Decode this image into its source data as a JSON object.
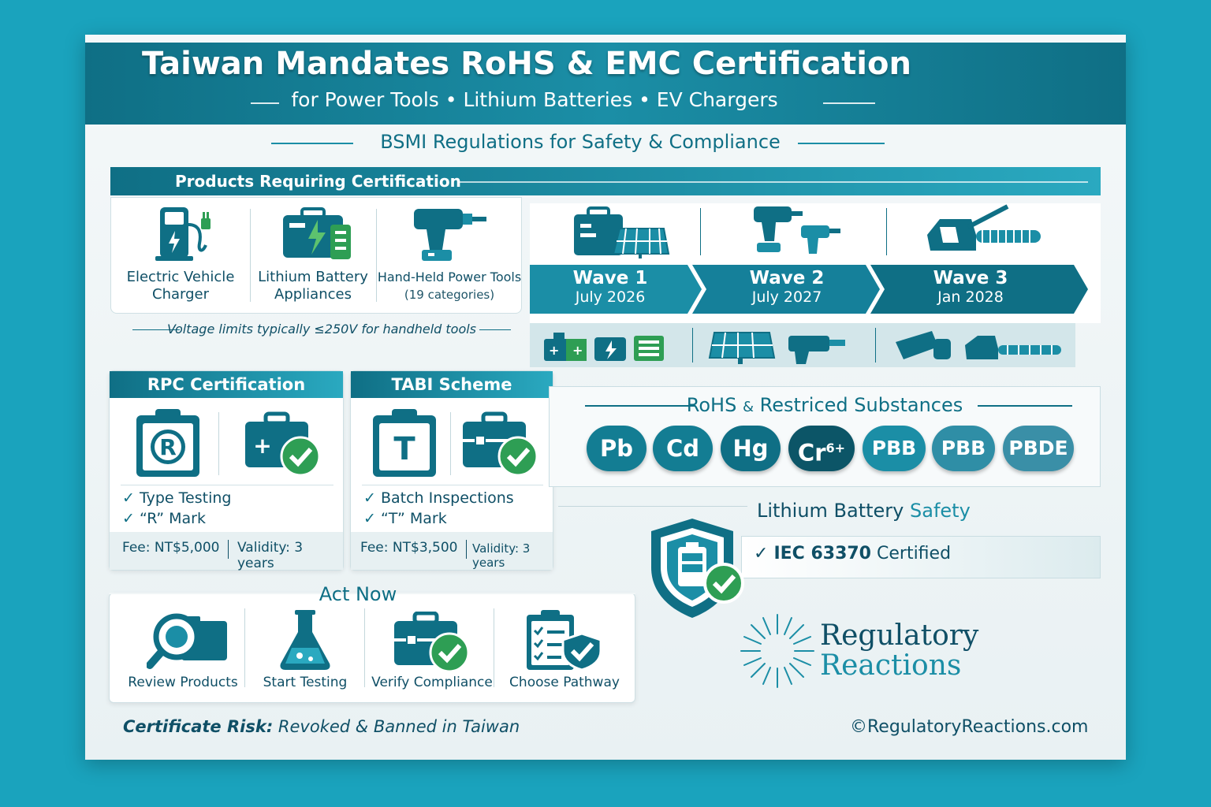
{
  "header": {
    "title": "Taiwan Mandates RoHS & EMC Certification",
    "subtitle": "for Power Tools • Lithium Batteries • EV Chargers"
  },
  "regulation": {
    "title": "BSMI Regulations for Safety & Compliance"
  },
  "products": {
    "section_title": "Products Requiring Certification",
    "items": [
      {
        "label_line1": "Electric Vehicle",
        "label_line2": "Charger"
      },
      {
        "label_line1": "Lithium Battery",
        "label_line2": "Appliances"
      },
      {
        "label_line1": "Hand-Held Power Tools",
        "label_line2": "(19 categories)"
      }
    ],
    "voltage_note": "Voltage limits typically ≤250V for handheld tools"
  },
  "waves": [
    {
      "name": "Wave 1",
      "date": "July 2026"
    },
    {
      "name": "Wave 2",
      "date": "July 2027"
    },
    {
      "name": "Wave 3",
      "date": "Jan 2028"
    }
  ],
  "rpc": {
    "title": "RPC Certification",
    "checks": [
      "Type Testing",
      "“R” Mark"
    ],
    "fee": "Fee: NT$5,000",
    "validity": "Validity: 3 years",
    "mark_letter": "R"
  },
  "tabi": {
    "title": "TABI Scheme",
    "checks": [
      "Batch Inspections",
      "“T” Mark"
    ],
    "fee": "Fee: NT$3,500",
    "validity": "Validity: 3 years",
    "mark_letter": "T"
  },
  "rohs": {
    "title_part1": "RoHS",
    "title_amp": "&",
    "title_part2": "Restriced Substances",
    "substances": [
      "Pb",
      "Cd",
      "Hg",
      "Cr",
      "PBB",
      "PBB",
      "PBDE"
    ],
    "cr_superscript": "6+"
  },
  "lithium": {
    "title_bold": "Lithium Battery",
    "title_rest": "Safety",
    "cert_bold": "IEC 63370",
    "cert_rest": "Certified"
  },
  "act_now": {
    "title": "Act Now",
    "items": [
      "Review Products",
      "Start Testing",
      "Verify Compliance",
      "Choose Pathway"
    ]
  },
  "brand": {
    "line1": "Regulatory",
    "line2": "Reactions"
  },
  "footer": {
    "risk_label": "Certificate Risk:",
    "risk_text": "Revoked & Banned in Taiwan",
    "copyright": "©RegulatoryReactions.com"
  },
  "colors": {
    "primary": "#0f6f85",
    "accent": "#2aa9c0",
    "green": "#2e9e54",
    "background": "#1aa3bd"
  }
}
